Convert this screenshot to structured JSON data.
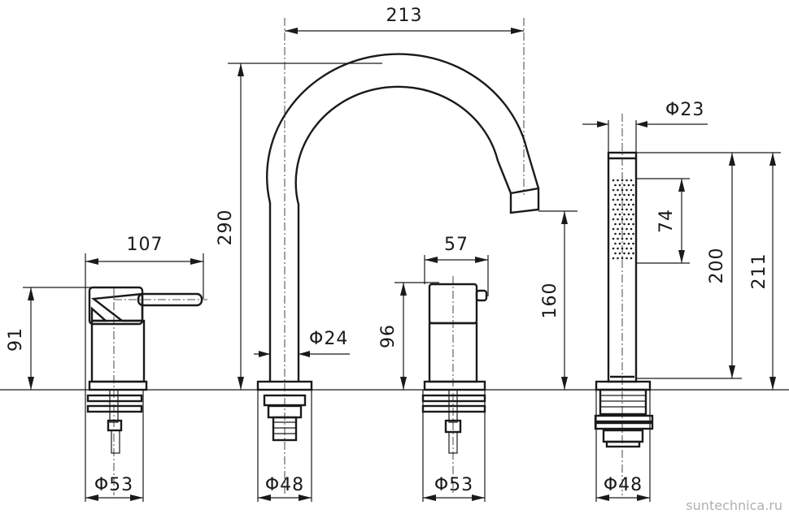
{
  "dimensions": {
    "spout_reach": "213",
    "spout_total_height": "290",
    "spout_outlet_height": "160",
    "spout_diameter": "Φ24",
    "lever_mixer_width": "107",
    "lever_mixer_height": "91",
    "diverter_width": "57",
    "diverter_height": "96",
    "hand_shower_diameter": "Φ23",
    "hand_shower_spray_length": "74",
    "hand_shower_length": "200",
    "hand_shower_total_height": "211",
    "base_mixer": "Φ53",
    "base_spout": "Φ48",
    "base_diverter": "Φ53",
    "base_hand_shower": "Φ48"
  },
  "watermark": "suntechnica.ru"
}
